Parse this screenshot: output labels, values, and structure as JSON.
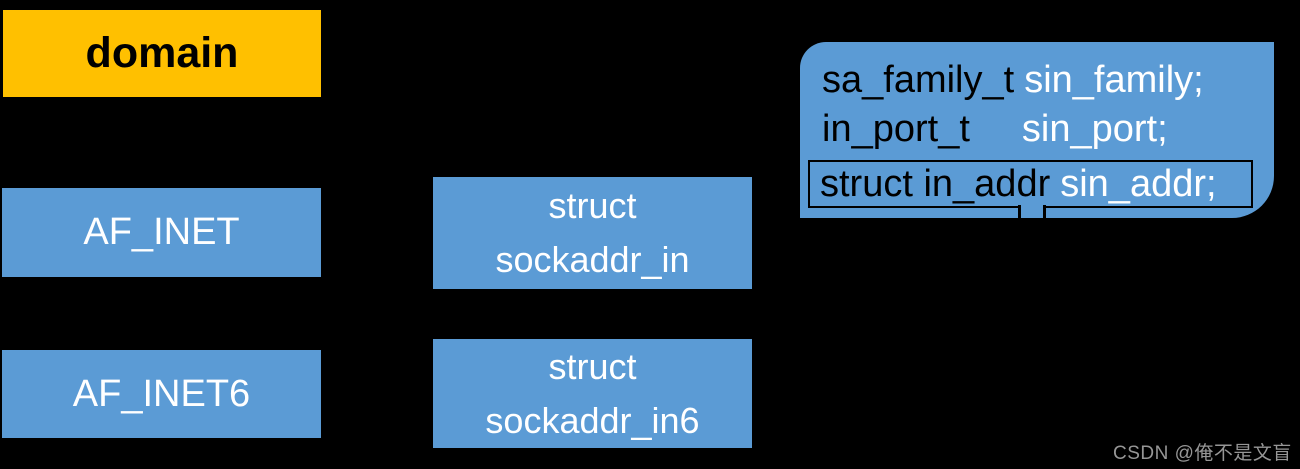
{
  "colors": {
    "background": "#000000",
    "box_blue": "#5B9BD5",
    "domain_yellow": "#FFC000",
    "text_white": "#FFFFFF",
    "text_black": "#000000",
    "watermark_gray": "#969696"
  },
  "domain_box": {
    "label": "domain"
  },
  "family_boxes": [
    {
      "label": "AF_INET"
    },
    {
      "label": "AF_INET6"
    }
  ],
  "struct_boxes": [
    {
      "lines": [
        "struct",
        "sockaddr_in"
      ]
    },
    {
      "lines": [
        "struct",
        "sockaddr_in6"
      ]
    }
  ],
  "callout": {
    "fields": [
      {
        "type": "sa_family_t",
        "name": "sin_family;"
      },
      {
        "type": "in_port_t",
        "name": "sin_port;"
      },
      {
        "type": "struct in_addr",
        "name": "sin_addr;"
      }
    ]
  },
  "watermark": {
    "text": "CSDN @俺不是文盲"
  }
}
